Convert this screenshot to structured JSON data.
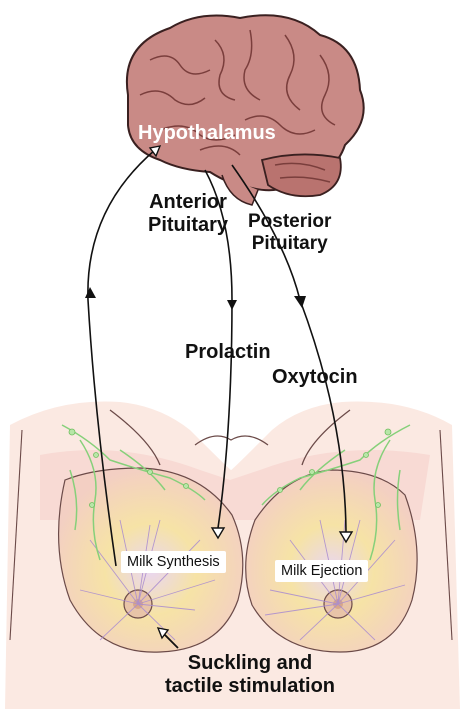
{
  "labels": {
    "hypothalamus": "Hypothalamus",
    "anterior_line1": "Anterior",
    "anterior_line2": "Pituitary",
    "posterior_line1": "Posterior",
    "posterior_line2": "Pituitary",
    "prolactin": "Prolactin",
    "oxytocin": "Oxytocin",
    "milk_synthesis": "Milk Synthesis",
    "milk_ejection": "Milk Ejection",
    "suckling_line1": "Suckling and",
    "suckling_line2": "tactile stimulation"
  },
  "colors": {
    "brain_fill": "#c98a86",
    "brain_fold": "#8a4a48",
    "skin": "#fbe9e2",
    "breast_yellow": "#f6e3a6",
    "breast_pink": "#f4c4c0",
    "lymph_green": "#86d07a",
    "duct_purple": "#a98bd0",
    "arrow": "#111111"
  }
}
